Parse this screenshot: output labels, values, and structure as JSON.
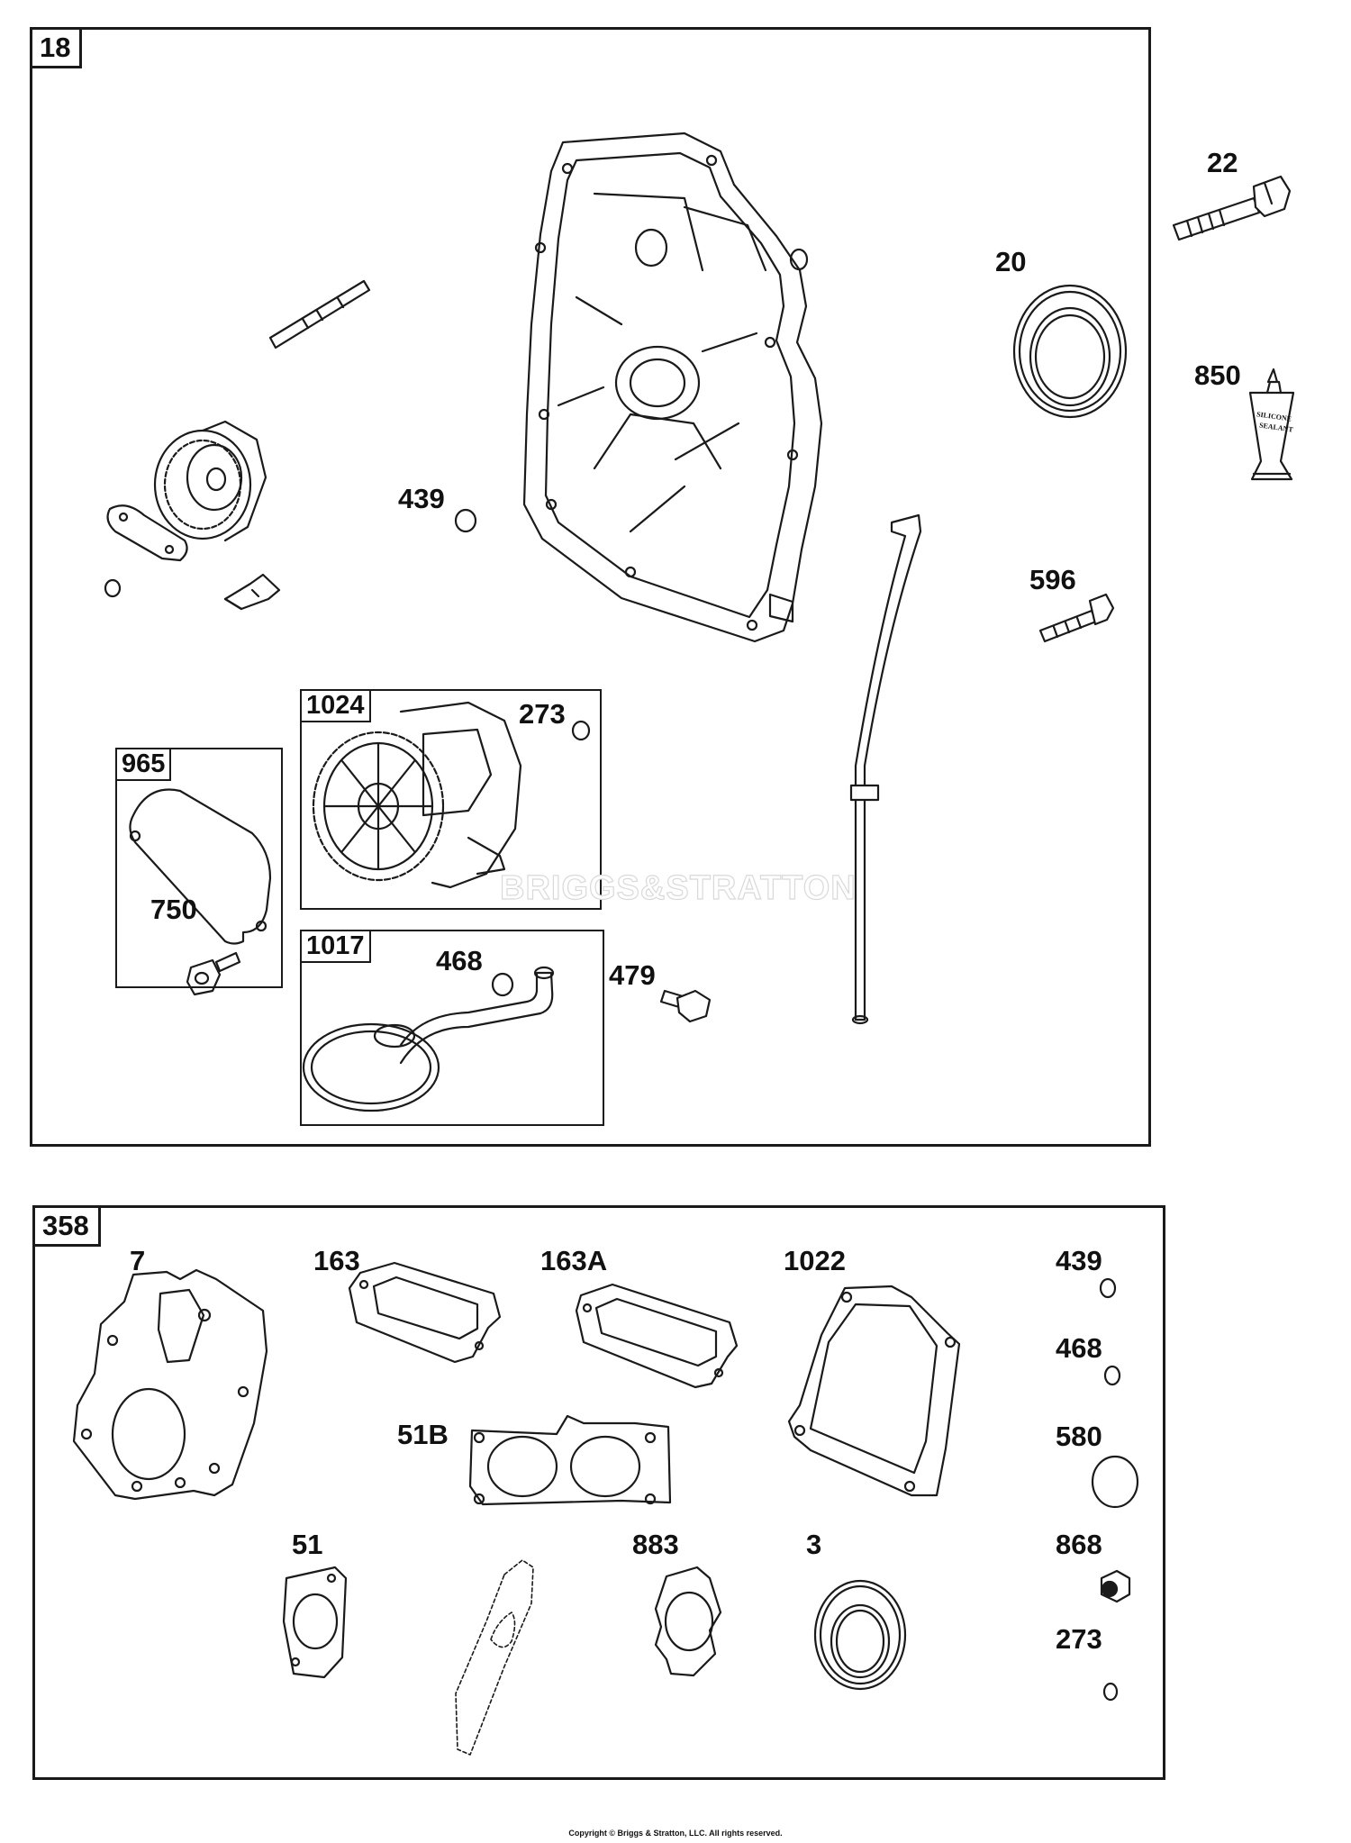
{
  "top_section": {
    "id": "18"
  },
  "sub_boxes": {
    "b1024": "1024",
    "b965": "965",
    "b1017": "1017"
  },
  "top_labels": {
    "p22": "22",
    "p20": "20",
    "p850": "850",
    "p439": "439",
    "p596": "596",
    "p273": "273",
    "p750": "750",
    "p468": "468",
    "p479": "479"
  },
  "tube_text": {
    "line1": "SILICONE",
    "line2": "SEALANT"
  },
  "watermark": "BRIGGS&STRATTON",
  "bottom_section": {
    "id": "358"
  },
  "bottom_labels": {
    "p7": "7",
    "p163": "163",
    "p163a": "163A",
    "p1022": "1022",
    "p439": "439",
    "p468": "468",
    "p580": "580",
    "p51b": "51B",
    "p51": "51",
    "p883": "883",
    "p3": "3",
    "p868": "868",
    "p273": "273"
  },
  "footer": "Copyright © Briggs & Stratton, LLC. All rights reserved."
}
